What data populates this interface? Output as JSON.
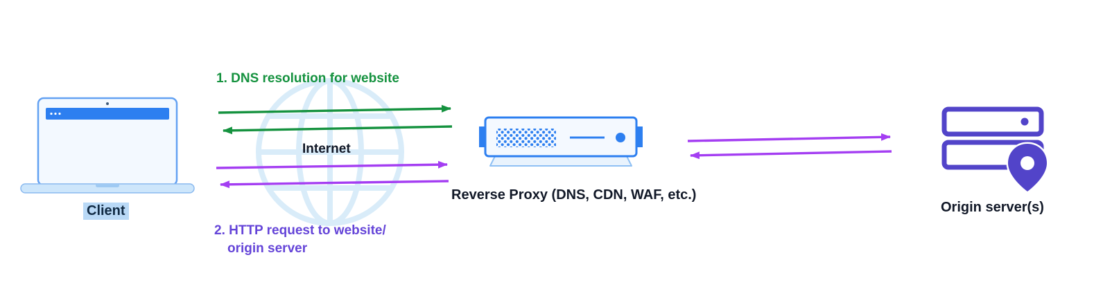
{
  "diagram": {
    "nodes": {
      "client": {
        "label": "Client"
      },
      "internet": {
        "label": "Internet"
      },
      "reverse_proxy": {
        "label": "Reverse Proxy (DNS, CDN, WAF, etc.)"
      },
      "origin": {
        "label": "Origin server(s)"
      }
    },
    "steps": {
      "step1": "1. DNS resolution for website",
      "step2_line1": "2. HTTP request to website/",
      "step2_line2": "origin server"
    },
    "flows": [
      {
        "name": "dns-resolution",
        "between": [
          "Client",
          "Reverse Proxy"
        ],
        "color_key": "green",
        "bidirectional": true
      },
      {
        "name": "http-request",
        "between": [
          "Client",
          "Reverse Proxy"
        ],
        "color_key": "purple",
        "bidirectional": true
      },
      {
        "name": "proxy-origin",
        "between": [
          "Reverse Proxy",
          "Origin server(s)"
        ],
        "color_key": "purple",
        "bidirectional": true
      }
    ],
    "colors": {
      "green": "#15923f",
      "purple": "#a43ef2",
      "violet": "#6444d8",
      "blue": "#2d7ff0",
      "blue_light": "#cde6fb",
      "blue_pale": "#f4f9ff",
      "globe": "#d9ecf9",
      "indigo": "#5244c9",
      "highlight": "#b9d9f6",
      "ink": "#111827"
    }
  }
}
